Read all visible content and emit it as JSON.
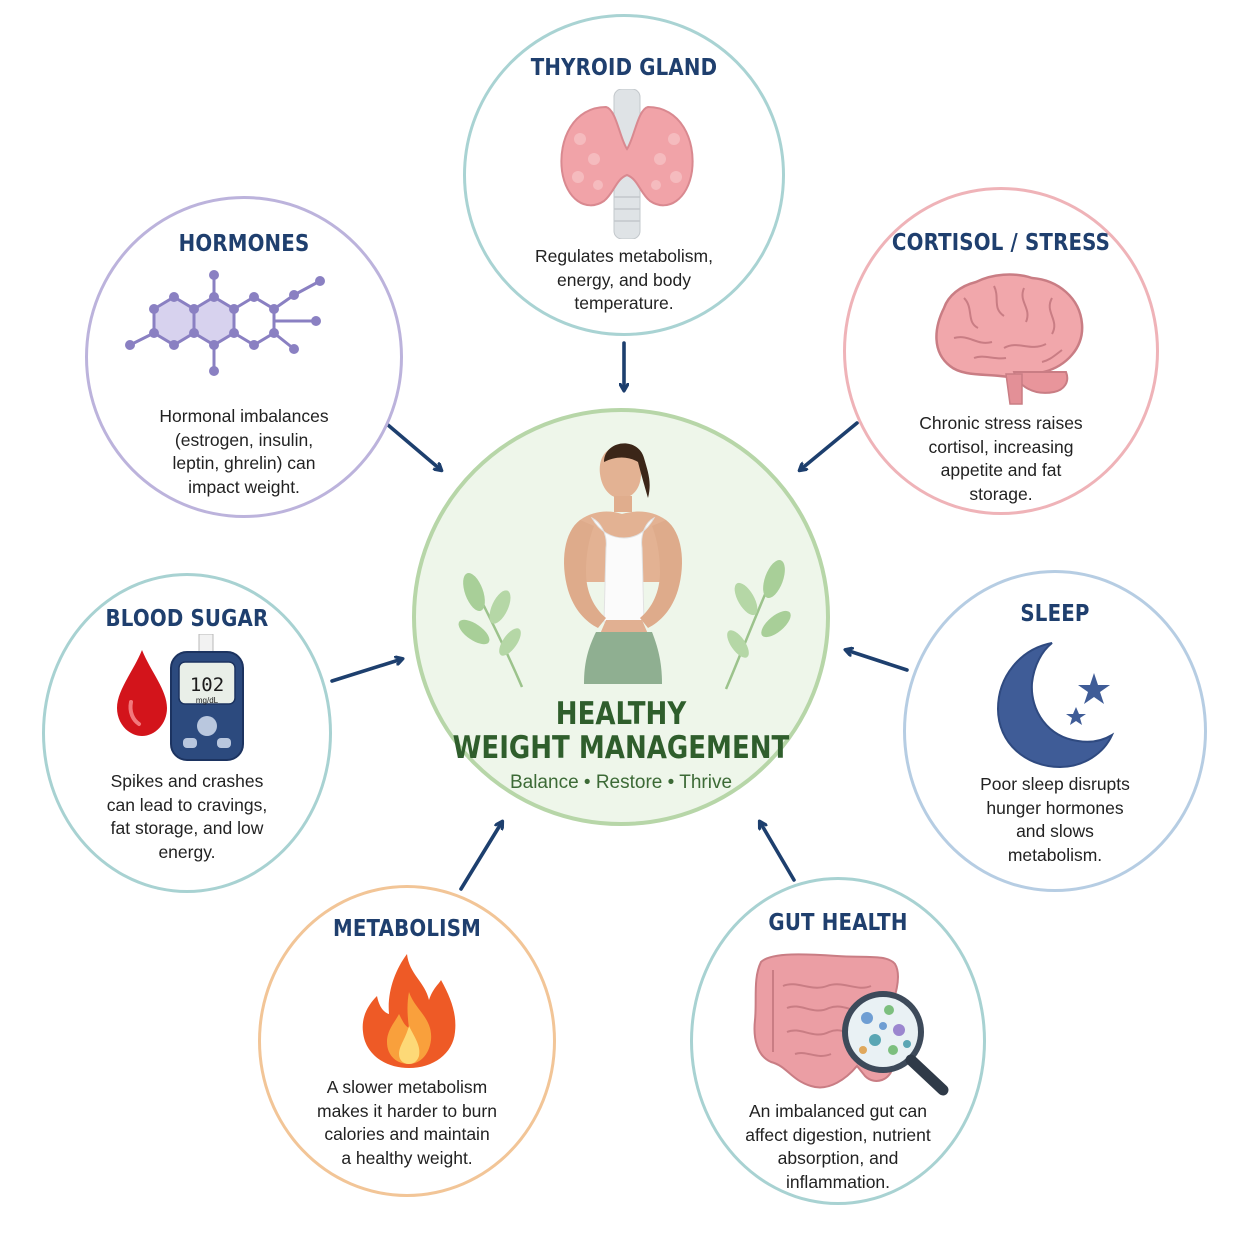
{
  "center": {
    "title_line1": "HEALTHY",
    "title_line2": "WEIGHT MANAGEMENT",
    "tagline": "Balance • Restore • Thrive"
  },
  "nodes": {
    "thyroid": {
      "title": "THYROID GLAND",
      "desc": [
        "Regulates metabolism,",
        "energy, and body",
        "temperature."
      ]
    },
    "hormones": {
      "title": "HORMONES",
      "desc": [
        "Hormonal imbalances",
        "(estrogen, insulin,",
        "leptin, ghrelin) can",
        "impact weight."
      ]
    },
    "cortisol": {
      "title": "CORTISOL / STRESS",
      "desc": [
        "Chronic stress raises",
        "cortisol, increasing",
        "appetite and fat",
        "storage."
      ]
    },
    "blood_sugar": {
      "title": "BLOOD SUGAR",
      "desc": [
        "Spikes and crashes",
        "can lead to cravings,",
        "fat storage, and low",
        "energy."
      ],
      "meter_value": "102",
      "meter_unit": "mg/dL"
    },
    "sleep": {
      "title": "SLEEP",
      "desc": [
        "Poor sleep disrupts",
        "hunger hormones",
        "and slows",
        "metabolism."
      ]
    },
    "metabolism": {
      "title": "METABOLISM",
      "desc": [
        "A slower metabolism",
        "makes it harder to burn",
        "calories and maintain",
        "a healthy weight."
      ]
    },
    "gut": {
      "title": "GUT HEALTH",
      "desc": [
        "An imbalanced gut can",
        "affect digestion, nutrient",
        "absorption, and",
        "inflammation."
      ]
    }
  },
  "colors": {
    "title_blue": "#1f3f6e",
    "arrow": "#1d3f6e",
    "thyroid_ring": "#a9d3d3",
    "hormones_ring": "#bcb3dc",
    "cortisol_ring": "#efb3b8",
    "blood_sugar_ring": "#a8d2d2",
    "sleep_ring": "#b6cde3",
    "metabolism_ring": "#f2c597",
    "gut_ring": "#a8d2d2",
    "center_ring": "#b7d6a8",
    "center_fill": "#eef6ea",
    "center_title": "#2f5e2c"
  },
  "icons": {
    "thyroid": "thyroid-gland-icon",
    "hormones": "molecule-icon",
    "cortisol": "brain-icon",
    "blood_sugar": "glucose-meter-icon",
    "sleep": "moon-stars-icon",
    "metabolism": "flame-icon",
    "gut": "intestines-magnifier-icon",
    "center": "woman-figure-icon"
  }
}
